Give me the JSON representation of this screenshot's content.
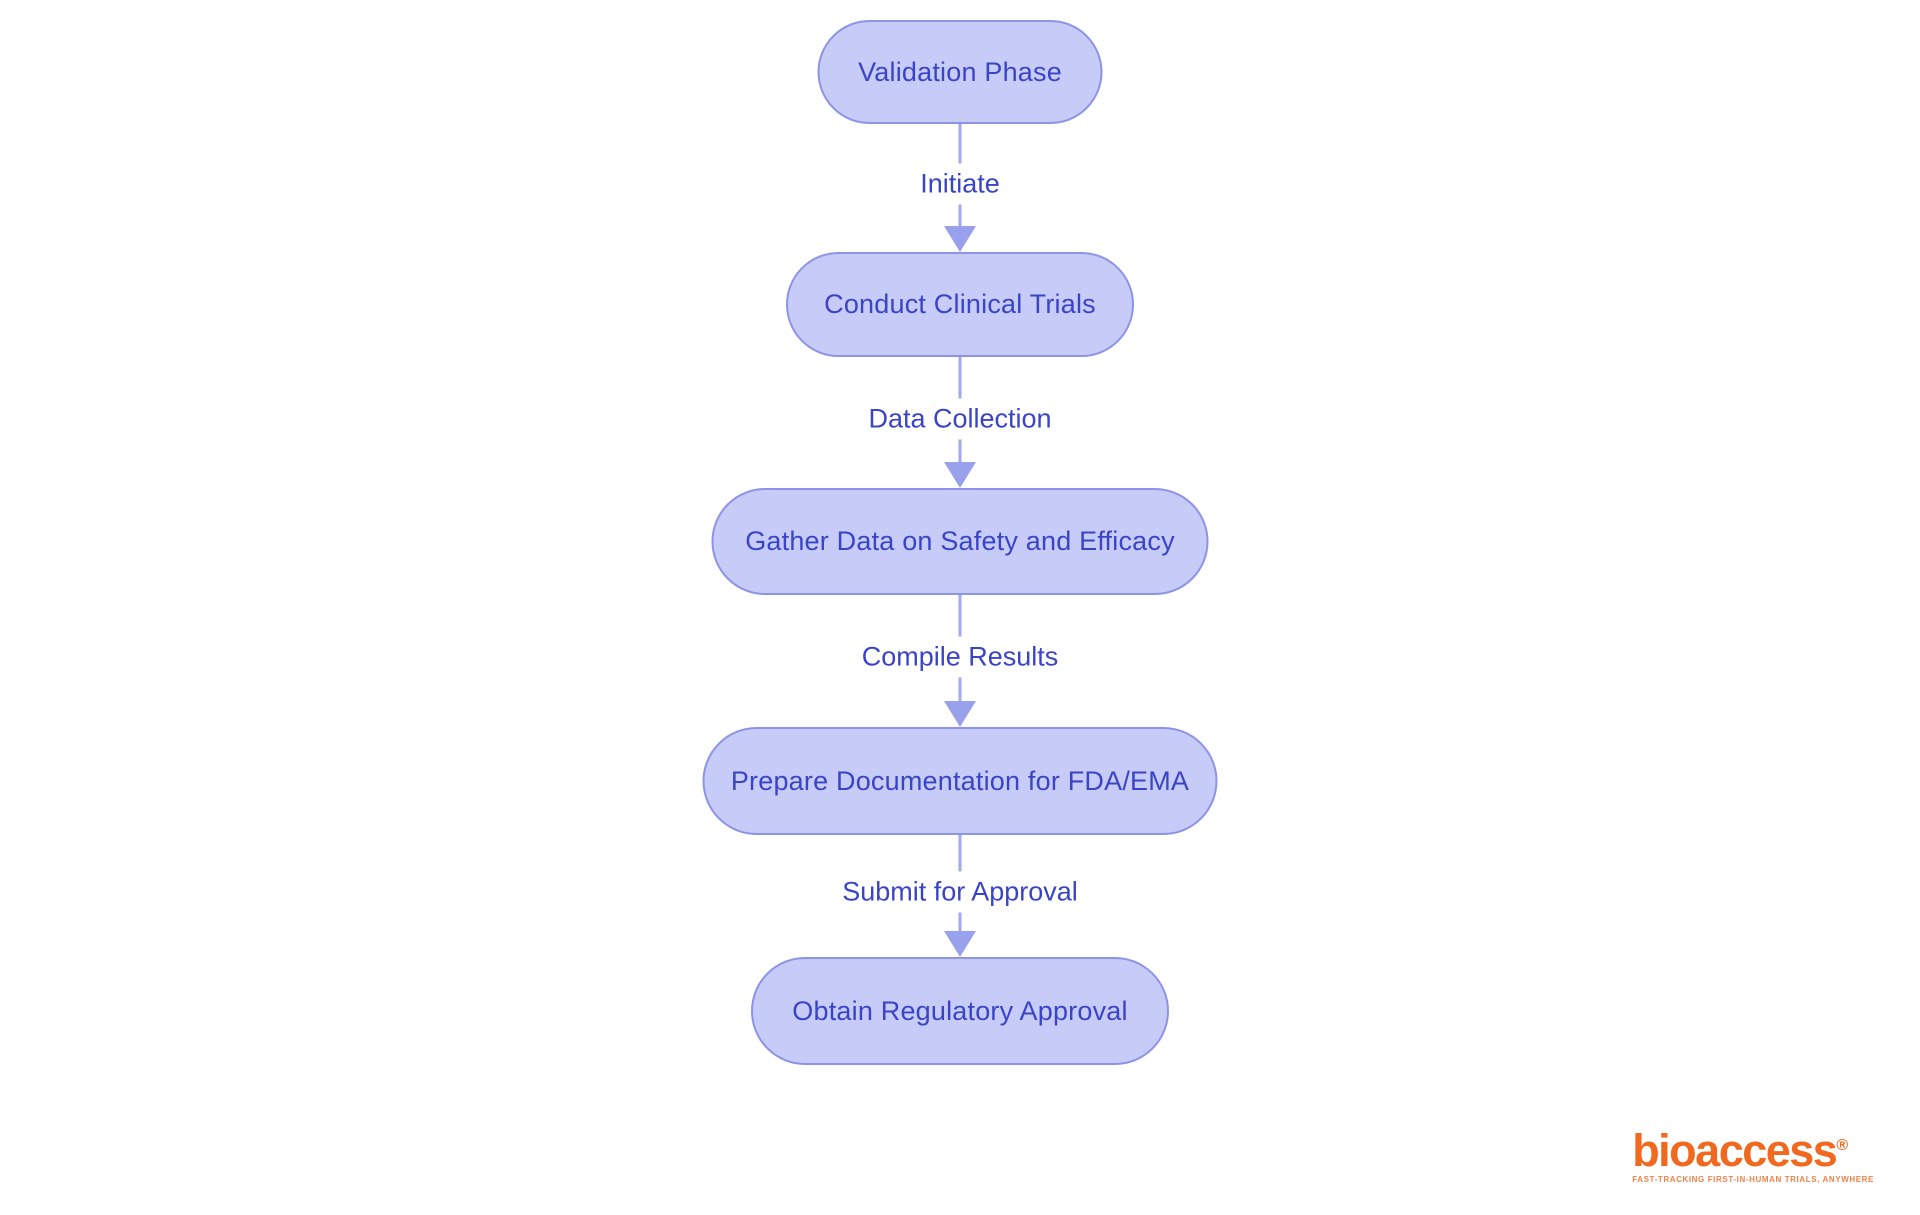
{
  "flowchart": {
    "nodes": [
      {
        "label": "Validation Phase"
      },
      {
        "label": "Conduct Clinical Trials"
      },
      {
        "label": "Gather Data on Safety and Efficacy"
      },
      {
        "label": "Prepare Documentation for FDA/EMA"
      },
      {
        "label": "Obtain Regulatory Approval"
      }
    ],
    "edges": [
      {
        "label": "Initiate",
        "from": "Validation Phase",
        "to": "Conduct Clinical Trials"
      },
      {
        "label": "Data Collection",
        "from": "Conduct Clinical Trials",
        "to": "Gather Data on Safety and Efficacy"
      },
      {
        "label": "Compile Results",
        "from": "Gather Data on Safety and Efficacy",
        "to": "Prepare Documentation for FDA/EMA"
      },
      {
        "label": "Submit for Approval",
        "from": "Prepare Documentation for FDA/EMA",
        "to": "Obtain Regulatory Approval"
      }
    ],
    "colors": {
      "node_fill": "#c7cbf7",
      "node_border": "#8d94e8",
      "node_text": "#3a44c6",
      "edge_label_text": "#3a44c6",
      "arrow": "#9aa1ec",
      "background": "#ffffff"
    }
  },
  "logo": {
    "brand": "bioaccess",
    "registered_mark": "®",
    "tagline": "FAST-TRACKING FIRST-IN-HUMAN TRIALS, ANYWHERE",
    "brand_color": "#f0691f"
  }
}
